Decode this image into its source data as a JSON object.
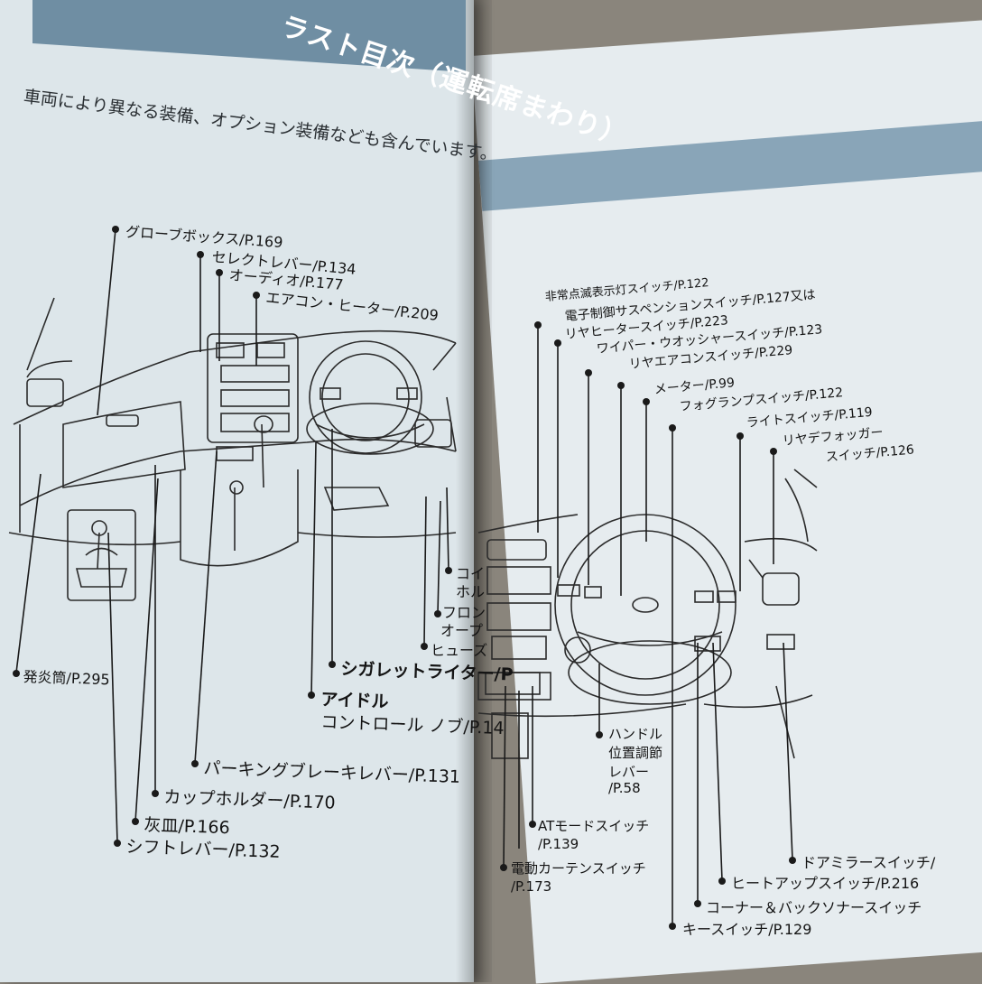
{
  "header": {
    "title": "ラスト目次（運転席まわり）"
  },
  "note": "車両により異なる装備、オプション装備なども含んでいます。",
  "left_labels": [
    "グローブボックス/P.169",
    "セレクトレバー/P.134",
    "オーディオ/P.177",
    "エアコン・ヒーター/P.209",
    "発炎筒/P.295",
    "シガレットライター/P",
    "アイドル",
    "コントロール ノブ/P.14",
    "パーキングブレーキレバー/P.131",
    "カップホルダー/P.170",
    "灰皿/P.166",
    "シフトレバー/P.132",
    "コイ",
    "ホル",
    "フロン",
    "オープ",
    "ヒューズ"
  ],
  "right_labels": [
    "非常点滅表示灯スイッチ/P.122",
    "電子制御サスペンションスイッチ/P.127又は",
    "リヤヒータースイッチ/P.223",
    "ワイパー・ウオッシャースイッチ/P.123",
    "リヤエアコンスイッチ/P.229",
    "メーター/P.99",
    "フォグランプスイッチ/P.122",
    "ライトスイッチ/P.119",
    "リヤデフォッガー",
    "スイッチ/P.126",
    "ハンドル",
    "位置調節",
    "レバー",
    "/P.58",
    "ATモードスイッチ",
    "/P.139",
    "電動カーテンスイッチ",
    "/P.173",
    "ドアミラースイッチ/",
    "ヒートアップスイッチ/P.216",
    "コーナー＆バックソナースイッチ",
    "キースイッチ/P.129"
  ]
}
